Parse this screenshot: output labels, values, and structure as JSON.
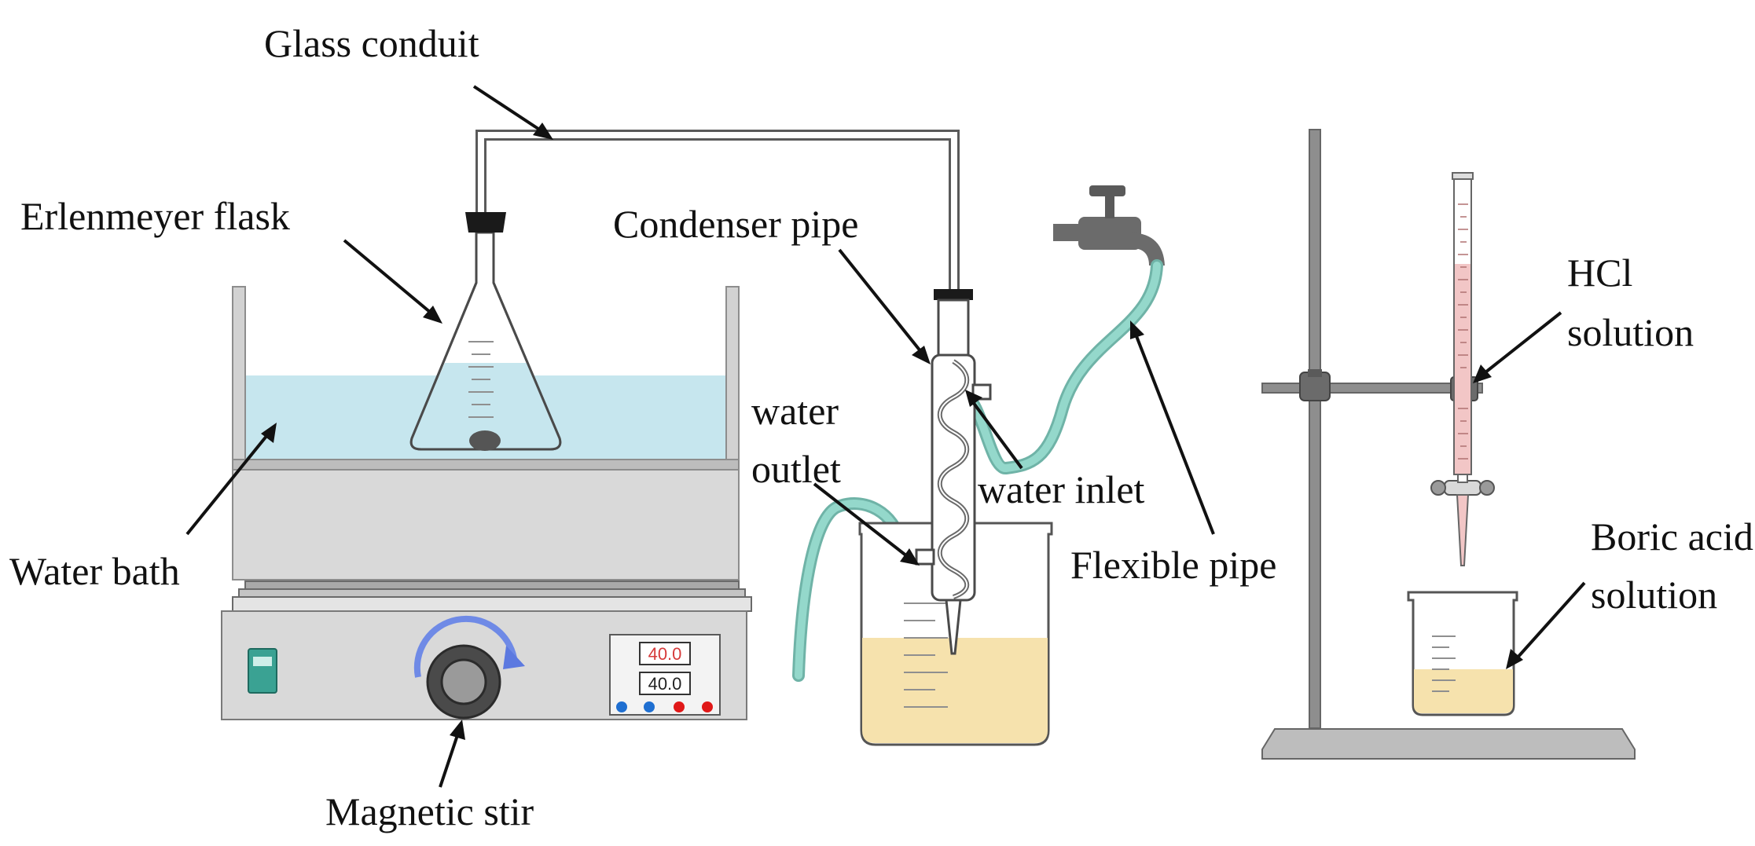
{
  "labels": {
    "glass_conduit": "Glass conduit",
    "erlenmeyer_flask": "Erlenmeyer flask",
    "condenser_pipe": "Condenser pipe",
    "hcl_line1": "HCl",
    "hcl_line2": "solution",
    "water_outlet_line1": "water",
    "water_outlet_line2": "outlet",
    "water_inlet": "water inlet",
    "water_bath": "Water bath",
    "flexible_pipe": "Flexible pipe",
    "boric_line1": "Boric acid",
    "boric_line2": "solution",
    "magnetic_stir": "Magnetic stir"
  },
  "stirrer_display": {
    "top_reading": "40.0",
    "bottom_reading": "40.0"
  },
  "colors": {
    "bath_water": "#c6e6ee",
    "beaker_liquid": "#f6e2ad",
    "hose": "#7fc9bc",
    "titrant": "#f2c6c6",
    "metal_dark": "#5f5f5f",
    "reading_red": "#d63a3a",
    "button_blue": "#1f6fd1",
    "button_red": "#e01818"
  }
}
